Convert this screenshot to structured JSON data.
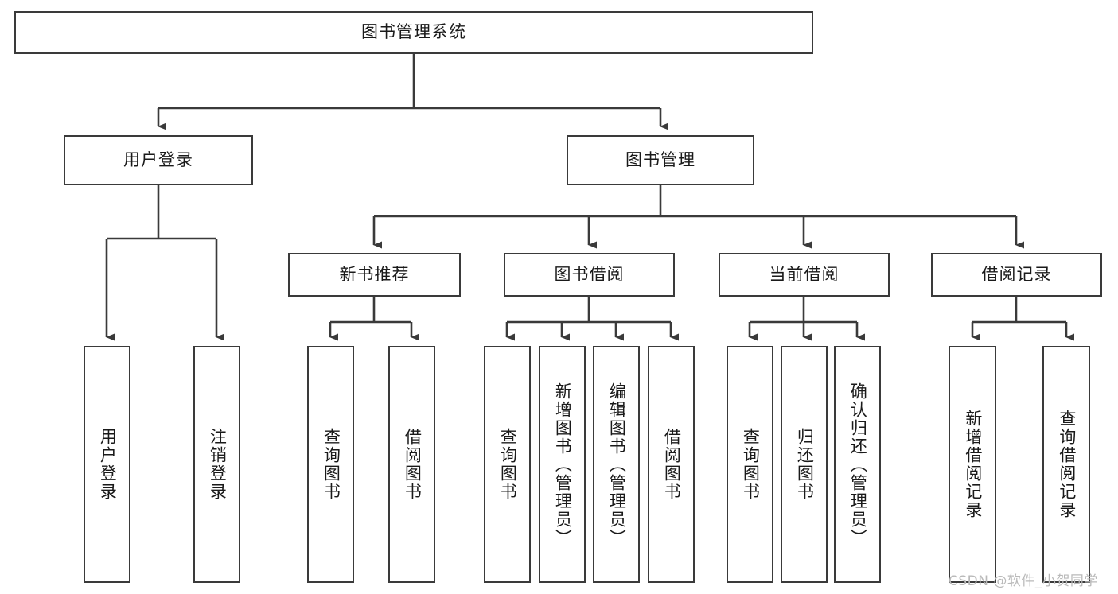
{
  "diagram": {
    "title": "图书管理系统",
    "type": "tree-hierarchy-chart",
    "root": {
      "label": "图书管理系统"
    },
    "level1": [
      {
        "label": "用户登录"
      },
      {
        "label": "图书管理"
      }
    ],
    "level2": [
      {
        "label": "新书推荐"
      },
      {
        "label": "图书借阅"
      },
      {
        "label": "当前借阅"
      },
      {
        "label": "借阅记录"
      }
    ],
    "leaves": {
      "user_login": [
        {
          "label": "用户登录"
        },
        {
          "label": "注销登录"
        }
      ],
      "new_book_recommend": [
        {
          "label": "查询图书"
        },
        {
          "label": "借阅图书"
        }
      ],
      "book_borrow": [
        {
          "label": "查询图书"
        },
        {
          "label": "新增图书（管理员）"
        },
        {
          "label": "编辑图书（管理员）"
        },
        {
          "label": "借阅图书"
        }
      ],
      "current_borrow": [
        {
          "label": "查询图书"
        },
        {
          "label": "归还图书"
        },
        {
          "label": "确认归还（管理员）"
        }
      ],
      "borrow_record": [
        {
          "label": "新增借阅记录"
        },
        {
          "label": "查询借阅记录"
        }
      ]
    }
  },
  "watermark": {
    "text": "CSDN @软件_小贺同学"
  },
  "colors": {
    "stroke": "#3a3a3a",
    "background": "#ffffff",
    "text": "#1a1a1a",
    "watermark": "#b9b9b9"
  }
}
